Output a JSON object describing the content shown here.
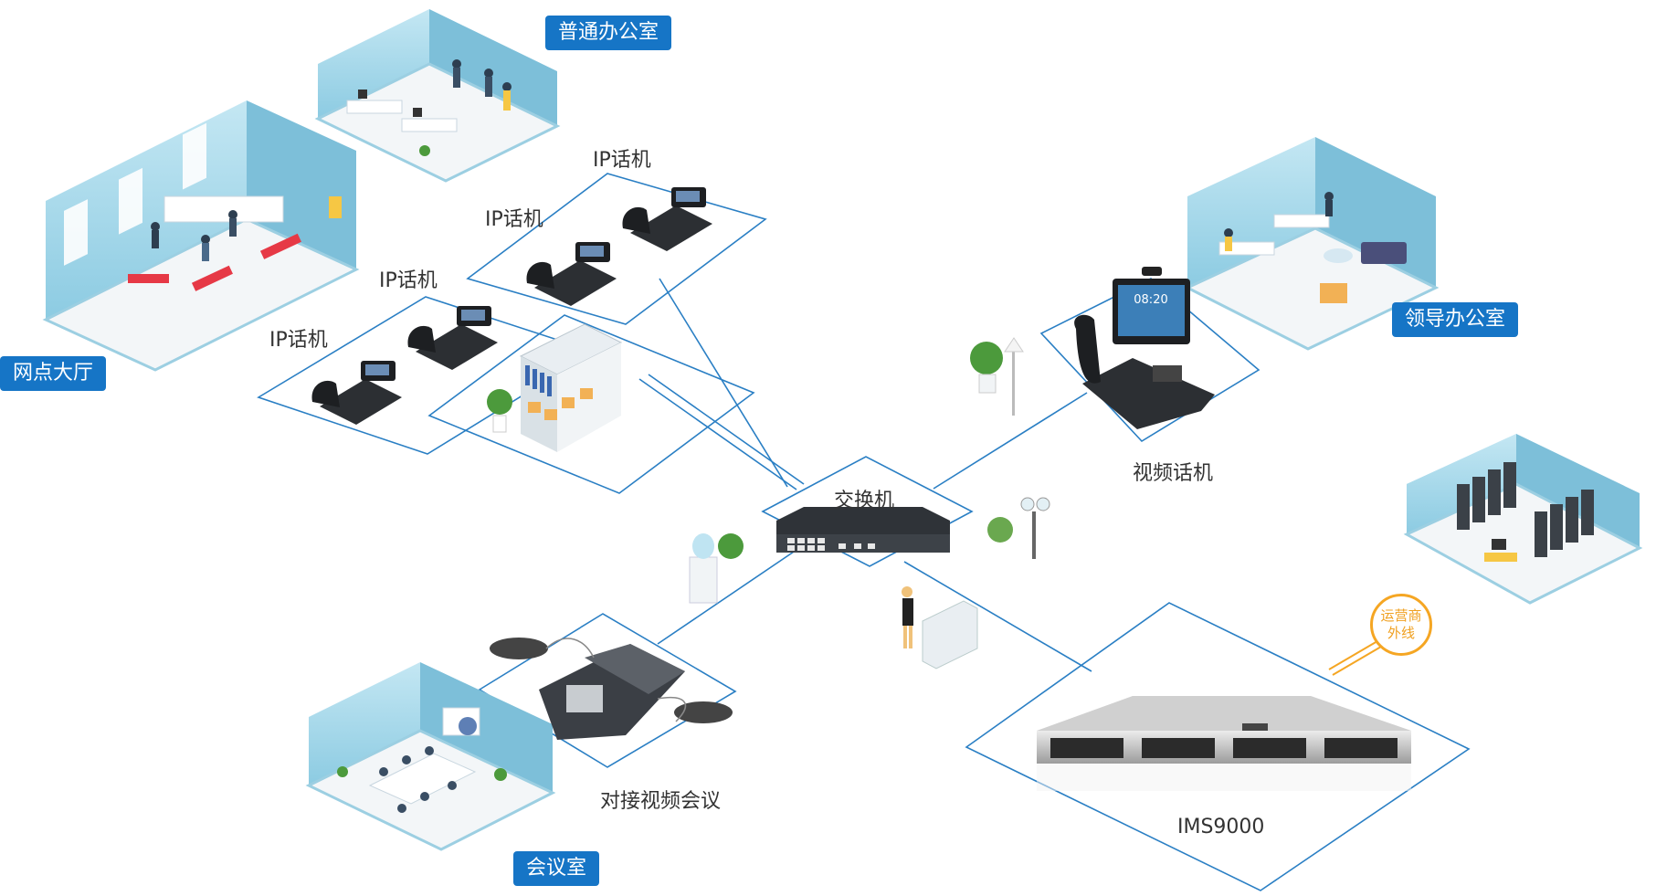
{
  "rooms": {
    "branch_hall": "网点大厅",
    "general_office": "普通办公室",
    "leader_office": "领导办公室",
    "meeting_room": "会议室"
  },
  "devices": {
    "ip_phone_1": "IP话机",
    "ip_phone_2": "IP话机",
    "ip_phone_3": "IP话机",
    "ip_phone_4": "IP话机",
    "switch": "交换机",
    "video_phone": "视频话机",
    "video_phone_screen_time": "08:20",
    "video_conference": "对接视频会议",
    "ims_server": "IMS9000",
    "carrier_line_1": "运营商",
    "carrier_line_2": "外线"
  },
  "colors": {
    "badge": "#1675c6",
    "lines": "#2a7fc4",
    "room_wall": "#a9d8ea",
    "carrier_line": "#f5a623"
  }
}
